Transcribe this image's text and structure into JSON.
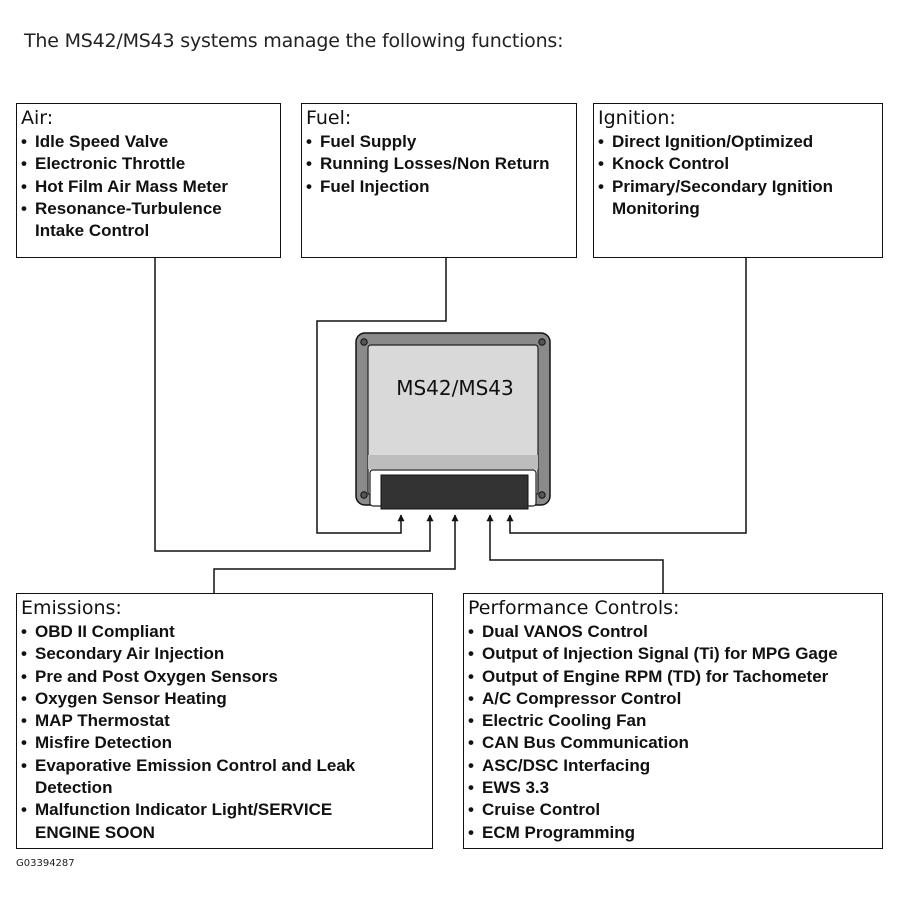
{
  "heading": "The MS42/MS43 systems manage the following functions:",
  "ecu": {
    "label": "MS42/MS43"
  },
  "boxes": {
    "air": {
      "title": "Air:",
      "items": [
        "Idle Speed Valve",
        "Electronic Throttle",
        "Hot Film Air Mass Meter",
        "Resonance-Turbulence Intake Control"
      ]
    },
    "fuel": {
      "title": "Fuel:",
      "items": [
        "Fuel Supply",
        "Running Losses/Non Return",
        "Fuel Injection"
      ]
    },
    "ignition": {
      "title": "Ignition:",
      "items": [
        "Direct Ignition/Optimized",
        "Knock Control",
        "Primary/Secondary Ignition Monitoring"
      ]
    },
    "emissions": {
      "title": "Emissions:",
      "items": [
        "OBD II Compliant",
        "Secondary Air Injection",
        "Pre and Post Oxygen Sensors",
        "Oxygen Sensor Heating",
        "MAP Thermostat",
        "Misfire Detection",
        "Evaporative Emission Control and Leak Detection",
        "Malfunction Indicator Light/SERVICE ENGINE SOON"
      ]
    },
    "performance": {
      "title": "Performance Controls:",
      "items": [
        "Dual VANOS Control",
        "Output of Injection Signal (Ti) for MPG Gage",
        "Output of Engine RPM (TD) for Tachometer",
        "A/C Compressor Control",
        "Electric Cooling Fan",
        "CAN Bus Communication",
        "ASC/DSC Interfacing",
        "EWS 3.3",
        "Cruise Control",
        "ECM Programming"
      ]
    }
  },
  "figure_code": "G03394287",
  "colors": {
    "ink": "#111111",
    "ecu_body": "#8a8a8a",
    "ecu_face": "#d9d9d9",
    "ecu_connector": "#333333"
  }
}
